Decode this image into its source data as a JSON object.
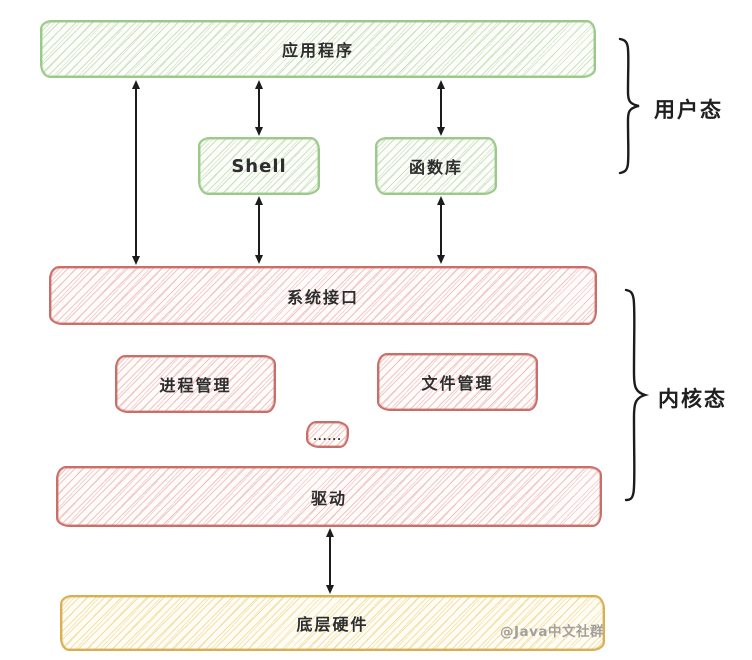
{
  "diagram": {
    "boxes": {
      "app": {
        "label": "应用程序",
        "color": "green"
      },
      "shell": {
        "label": "Shell",
        "color": "green"
      },
      "lib": {
        "label": "函数库",
        "color": "green"
      },
      "syscall": {
        "label": "系统接口",
        "color": "red"
      },
      "process": {
        "label": "进程管理",
        "color": "red"
      },
      "file": {
        "label": "文件管理",
        "color": "red"
      },
      "more": {
        "label": "......",
        "color": "red"
      },
      "driver": {
        "label": "驱动",
        "color": "red"
      },
      "hardware": {
        "label": "底层硬件",
        "color": "yellow"
      }
    },
    "regions": {
      "user_mode": {
        "label": "用户态"
      },
      "kernel_mode": {
        "label": "内核态"
      }
    },
    "connections": [
      {
        "from": "app",
        "to": "syscall",
        "style": "double-arrow"
      },
      {
        "from": "app",
        "to": "shell",
        "style": "double-arrow"
      },
      {
        "from": "app",
        "to": "lib",
        "style": "double-arrow"
      },
      {
        "from": "shell",
        "to": "syscall",
        "style": "double-arrow"
      },
      {
        "from": "lib",
        "to": "syscall",
        "style": "double-arrow"
      },
      {
        "from": "driver",
        "to": "hardware",
        "style": "double-arrow"
      }
    ],
    "watermark": "@Java中文社群",
    "colors": {
      "green_border": "#9cc98a",
      "green_hatch": "#d5e9c9",
      "red_border": "#c96e69",
      "red_hatch": "#f0cbc7",
      "yellow_border": "#d7b054",
      "yellow_hatch": "#f3e2ab",
      "stroke": "#1c1c1c",
      "text": "#2d2d2d",
      "watermark": "#a3a09b"
    }
  }
}
